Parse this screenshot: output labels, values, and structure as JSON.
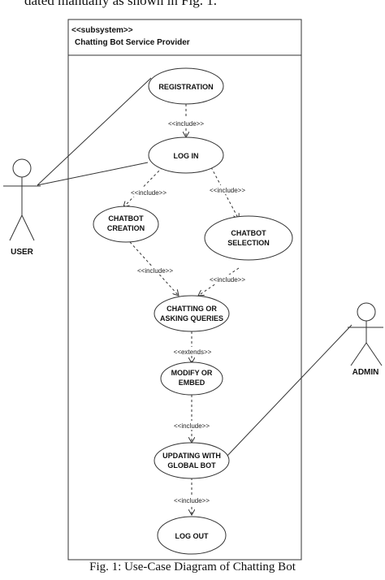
{
  "page_text": "dated manually as shown in Fig. 1.",
  "subsystem": {
    "stereotype": "<<subsystem>>",
    "name": "Chatting Bot Service Provider"
  },
  "actors": {
    "user": "USER",
    "admin": "ADMIN"
  },
  "use_cases": {
    "registration": [
      "REGISTRATION"
    ],
    "login": [
      "LOG IN"
    ],
    "chatbot_creation": [
      "CHATBOT",
      "CREATION"
    ],
    "chatbot_selection": [
      "CHATBOT",
      "SELECTION"
    ],
    "chatting": [
      "CHATTING OR",
      "ASKING QUERIES"
    ],
    "modify": [
      "MODIFY OR",
      "EMBED"
    ],
    "updating": [
      "UPDATING WITH",
      "GLOBAL BOT"
    ],
    "logout": [
      "LOG OUT"
    ]
  },
  "relations": {
    "include": "<<include>>",
    "extends": "<<extends>>"
  },
  "caption": "Fig. 1: Use-Case Diagram of Chatting Bot"
}
